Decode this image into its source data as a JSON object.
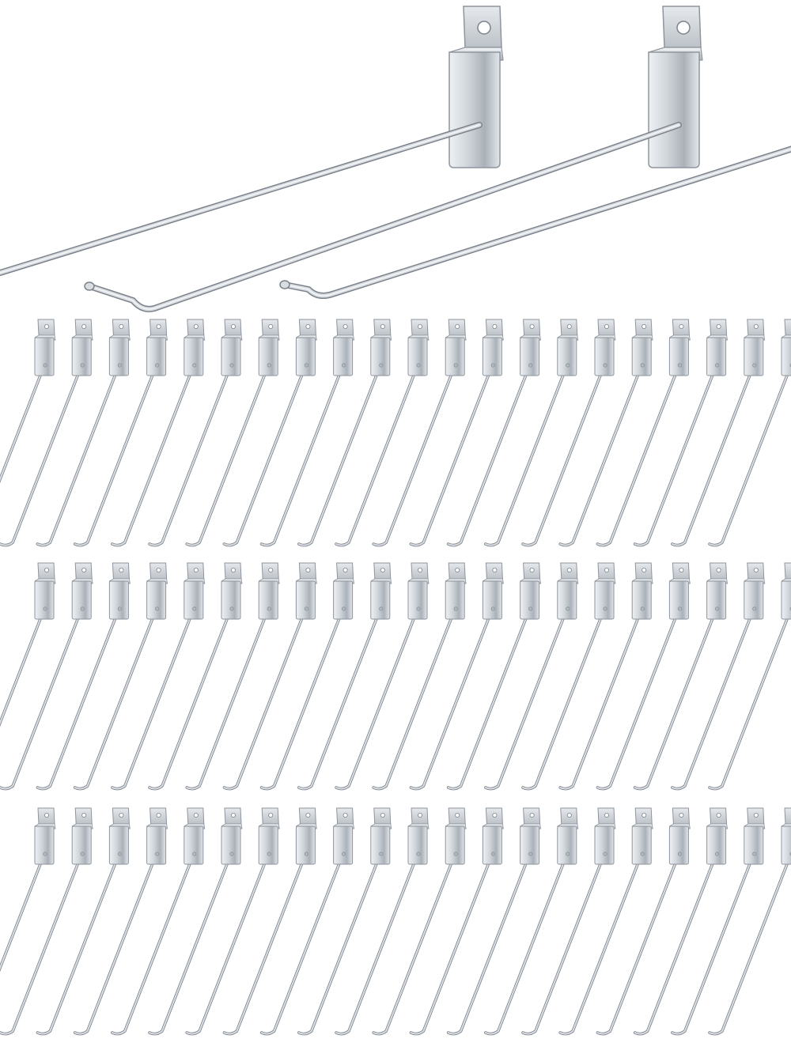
{
  "image": {
    "subject": "slatwall-display-hooks",
    "background_color": "#ffffff",
    "metal_colors": {
      "highlight": "#f4f6f8",
      "light": "#d9dde2",
      "mid": "#b3b9c0",
      "dark": "#7c838b",
      "outline": "#8e959d"
    },
    "closeup_hook_count": 2,
    "grid_rows": 3,
    "hooks_per_row": 21
  }
}
